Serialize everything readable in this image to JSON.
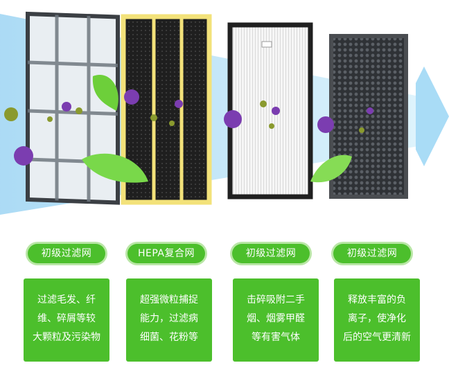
{
  "filters": [
    {
      "label": "初级过滤网",
      "desc": [
        "过滤毛发、纤",
        "维、碎屑等较",
        "大颗粒及污染物"
      ]
    },
    {
      "label": "HEPA复合网",
      "desc": [
        "超强微粒捕捉",
        "能力，过滤病",
        "细菌、花粉等"
      ]
    },
    {
      "label": "初级过滤网",
      "desc": [
        "击碎吸附二手",
        "烟、烟雾甲醛",
        "等有害气体"
      ]
    },
    {
      "label": "初级过滤网",
      "desc": [
        "释放丰富的负",
        "离子，使净化",
        "后的空气更清新"
      ]
    }
  ],
  "colors": {
    "accent_green": "#4cbf2c",
    "pill_glow": "#b9e6a6",
    "airflow_blue": "#9fd6f2",
    "hepa_frame": "#f3e27a"
  },
  "icons": [
    "airflow-arrow-icon",
    "virus-icon",
    "leaf-icon",
    "particle-icon"
  ]
}
